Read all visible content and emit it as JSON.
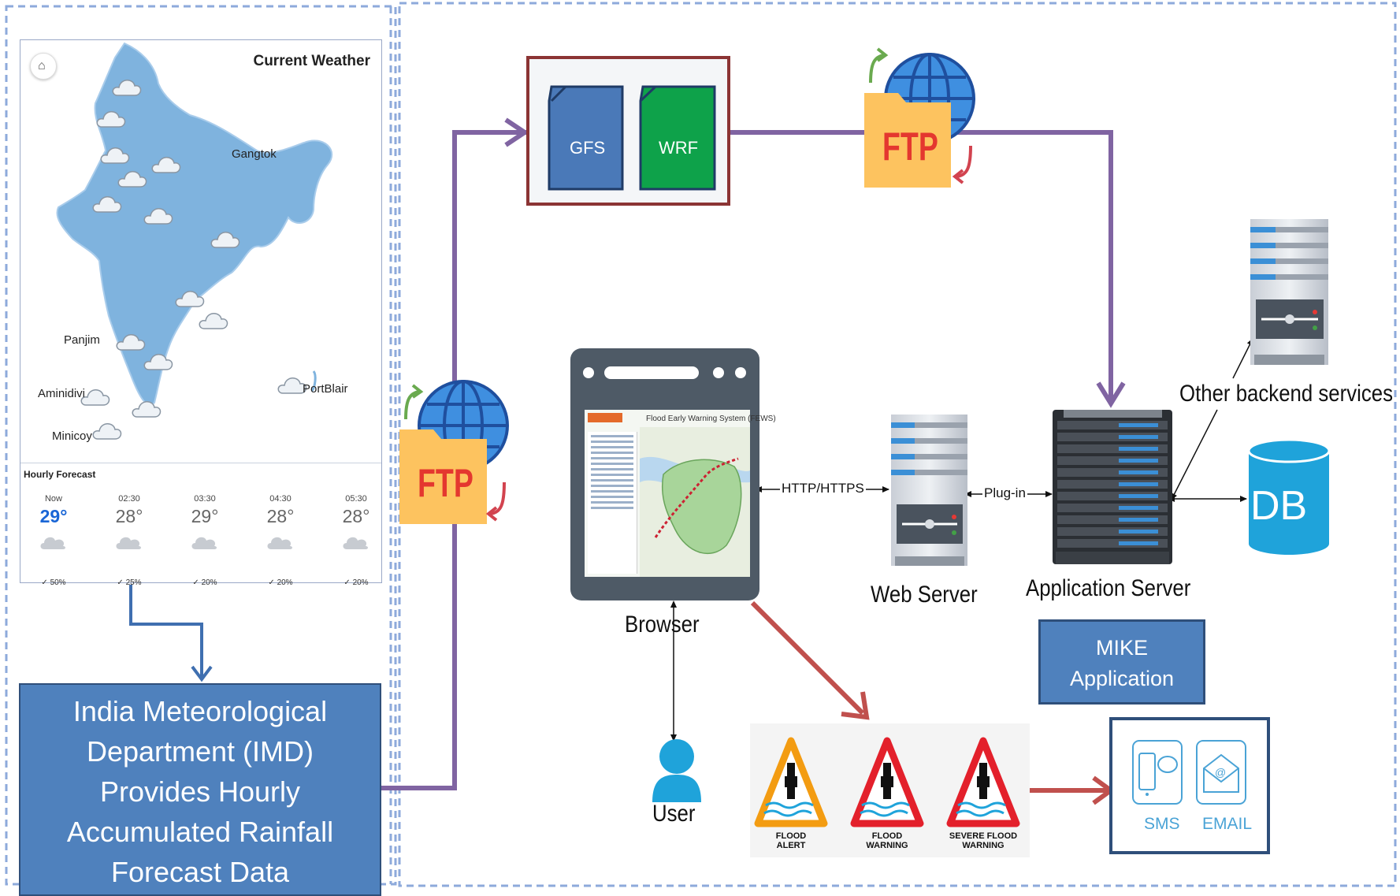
{
  "weather_panel": {
    "title": "Current Weather",
    "locations": [
      "Gangtok",
      "Panjim",
      "Aminidivi",
      "PortBlair",
      "Minicoy"
    ],
    "hourly_forecast_title": "Hourly Forecast",
    "hourly": [
      {
        "time": "Now",
        "temp": "29°",
        "rain": "50%"
      },
      {
        "time": "02:30",
        "temp": "28°",
        "rain": "25%"
      },
      {
        "time": "03:30",
        "temp": "29°",
        "rain": "20%"
      },
      {
        "time": "04:30",
        "temp": "28°",
        "rain": "20%"
      },
      {
        "time": "05:30",
        "temp": "28°",
        "rain": "20%"
      }
    ]
  },
  "imd_box": {
    "lines": [
      "India Meteorological",
      "Department (IMD)",
      "Provides Hourly",
      "Accumulated Rainfall",
      "Forecast Data"
    ]
  },
  "models": {
    "gfs": "GFS",
    "wrf": "WRF"
  },
  "ftp": {
    "label": "FTP"
  },
  "browser": {
    "label": "Browser",
    "screen_title": "Flood Early Warning System (FEWS)"
  },
  "web_server": {
    "label": "Web Server"
  },
  "app_server": {
    "label": "Application Server"
  },
  "backend": {
    "label": "Other backend services"
  },
  "db": {
    "label": "DB"
  },
  "user": {
    "label": "User"
  },
  "mike": {
    "lines": [
      "MIKE",
      "Application"
    ]
  },
  "connections": {
    "http": "HTTP/HTTPS",
    "plugin": "Plug-in"
  },
  "signs": [
    {
      "line1": "FLOOD",
      "line2": "ALERT",
      "color": "#f39c12"
    },
    {
      "line1": "FLOOD",
      "line2": "WARNING",
      "color": "#e3202b"
    },
    {
      "line1": "SEVERE FLOOD",
      "line2": "WARNING",
      "color": "#e3202b"
    }
  ],
  "contacts": {
    "sms": "SMS",
    "email": "EMAIL"
  },
  "colors": {
    "flow_purple": "#8064a2",
    "alert_red": "#c0504d",
    "imd_blue": "#4f81bd",
    "map_blue": "#7fb3de",
    "gfs_blue": "#4a79b8",
    "wrf_green": "#0ea24a",
    "ftp_folder": "#fdc35f",
    "globe_blue": "#3f8fe0",
    "db_blue": "#1fa3da",
    "dashed_border": "#8eaadb"
  },
  "icons": [
    "home-icon",
    "globe-icon",
    "folder-icon",
    "server-icon",
    "database-icon",
    "user-icon",
    "phone-icon",
    "email-icon",
    "cloud-icon"
  ]
}
